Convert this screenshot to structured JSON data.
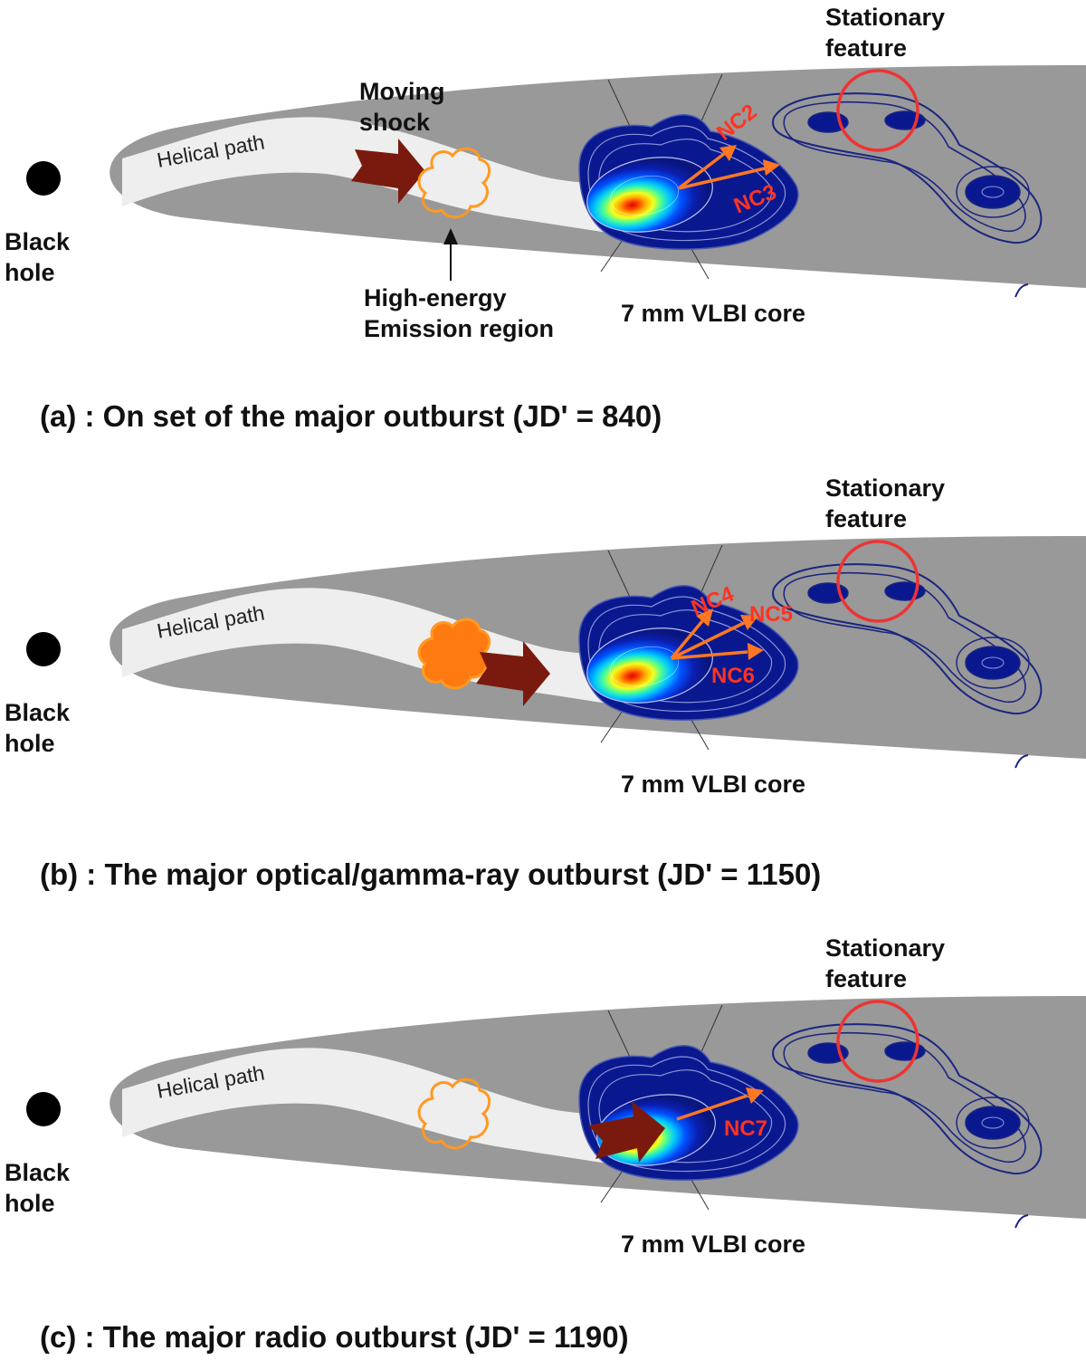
{
  "panels": [
    {
      "caption": "(a) : On set of the major outburst (JD' = 840)",
      "black_hole": [
        "Black",
        "hole"
      ],
      "helical_path": "Helical path",
      "stationary_feature": [
        "Stationary",
        "feature"
      ],
      "core_label": "7 mm VLBI core",
      "moving_shock": [
        "Moving",
        "shock"
      ],
      "emission_region": [
        "High-energy",
        "Emission region"
      ],
      "components": [
        "NC2",
        "NC3"
      ]
    },
    {
      "caption": "(b) : The major optical/gamma-ray outburst  (JD' = 1150)",
      "black_hole": [
        "Black",
        "hole"
      ],
      "helical_path": "Helical path",
      "stationary_feature": [
        "Stationary",
        "feature"
      ],
      "core_label": "7 mm VLBI core",
      "components": [
        "NC4",
        "NC5",
        "NC6"
      ]
    },
    {
      "caption": "(c) : The major radio outburst (JD' = 1190)",
      "black_hole": [
        "Black",
        "hole"
      ],
      "helical_path": "Helical path",
      "stationary_feature": [
        "Stationary",
        "feature"
      ],
      "core_label": "7 mm VLBI core",
      "components": [
        "NC7"
      ]
    }
  ],
  "colors": {
    "jet": "#999999",
    "helical_path": "#eeeeee",
    "shock_arrow": "#7a1a0e",
    "emission_region": "#ff9922",
    "emission_region_active": "#ff7a10",
    "component_arrow": "#ff7722",
    "component_label": "#ff3322",
    "stationary_circle": "#ee3333",
    "contours": "#1a2580"
  }
}
